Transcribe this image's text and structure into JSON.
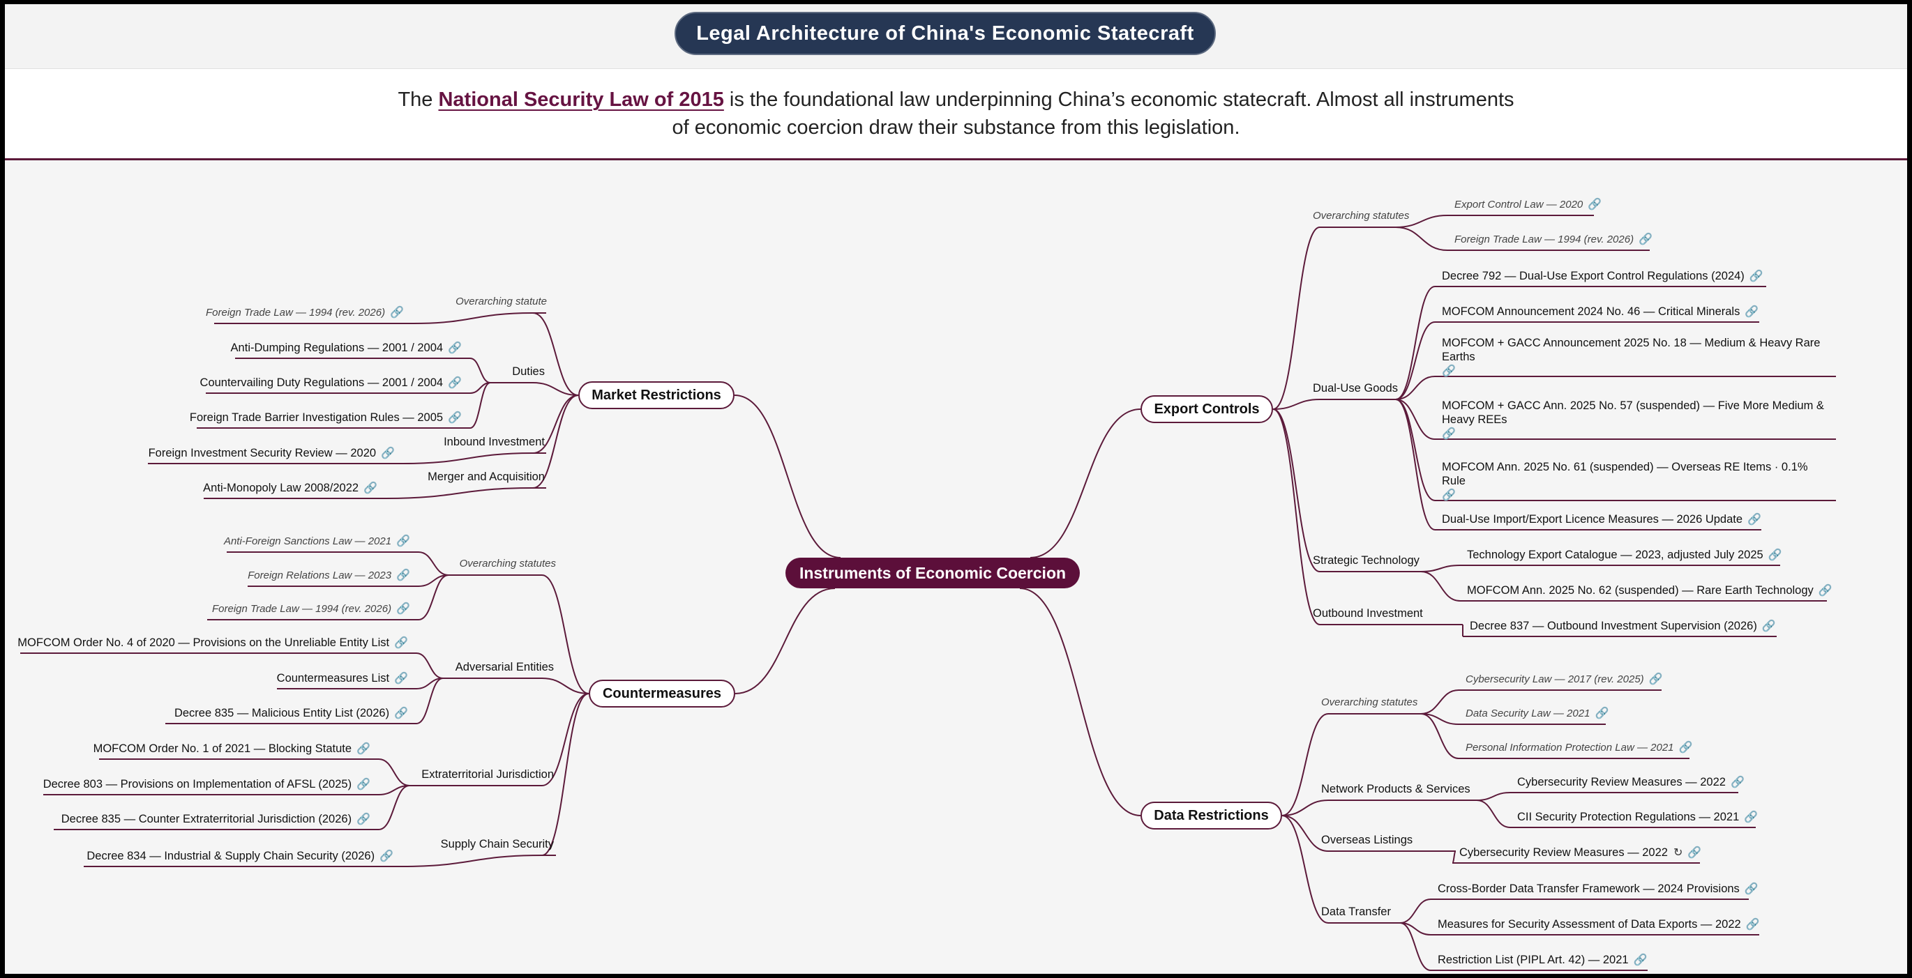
{
  "header": {
    "title": "Legal Architecture of China's Economic Statecraft"
  },
  "intro": {
    "before": "The ",
    "link": "National Security Law of 2015",
    "after": " is the foundational law underpinning China’s economic statecraft. Almost all instruments of economic coercion draw their substance from this legislation."
  },
  "colors": {
    "title_bg": "#263754",
    "accent": "#5c0f3a",
    "edge": "#5c1a3a"
  },
  "icons": {
    "link": "link-icon",
    "refresh": "refresh-icon"
  },
  "mindmap": {
    "center": "Instruments of Economic Coercion",
    "branches": [
      {
        "label": "Export Controls",
        "categories": [
          {
            "label": "Overarching statutes",
            "items": [
              "Export Control Law — 2020",
              "Foreign Trade Law — 1994 (rev. 2026)"
            ]
          },
          {
            "label": "Dual-Use Goods",
            "items": [
              "Decree 792 — Dual-Use Export Control Regulations (2024)",
              "MOFCOM Announcement 2024 No. 46 — Critical Minerals",
              "MOFCOM + GACC Announcement 2025 No. 18 — Medium & Heavy Rare Earths",
              "MOFCOM + GACC Ann. 2025 No. 57 (suspended) — Five More Medium & Heavy REEs",
              "MOFCOM Ann. 2025 No. 61 (suspended) — Overseas RE Items · 0.1% Rule",
              "Dual-Use Import/Export Licence Measures — 2026 Update"
            ]
          },
          {
            "label": "Strategic Technology",
            "items": [
              "Technology Export Catalogue — 2023, adjusted July 2025",
              "MOFCOM Ann. 2025 No. 62 (suspended) — Rare Earth Technology"
            ]
          },
          {
            "label": "Outbound Investment",
            "items": [
              "Decree 837 — Outbound Investment Supervision (2026)"
            ]
          }
        ]
      },
      {
        "label": "Data Restrictions",
        "categories": [
          {
            "label": "Overarching statutes",
            "items": [
              "Cybersecurity Law — 2017 (rev. 2025)",
              "Data Security Law — 2021",
              "Personal Information Protection Law — 2021"
            ]
          },
          {
            "label": "Network Products & Services",
            "items": [
              "Cybersecurity Review Measures — 2022",
              "CII Security Protection Regulations — 2021"
            ]
          },
          {
            "label": "Overseas Listings",
            "items": [
              "Cybersecurity Review Measures — 2022"
            ]
          },
          {
            "label": "Data Transfer",
            "items": [
              "Cross-Border Data Transfer Framework — 2024 Provisions",
              "Measures for Security Assessment of Data Exports — 2022",
              "Restriction List (PIPL Art. 42) — 2021"
            ]
          }
        ]
      },
      {
        "label": "Market Restrictions",
        "categories": [
          {
            "label": "Overarching statute",
            "items": [
              "Foreign Trade Law — 1994 (rev. 2026)"
            ]
          },
          {
            "label": "Duties",
            "items": [
              "Anti-Dumping Regulations — 2001 / 2004",
              "Countervailing Duty Regulations — 2001 / 2004",
              "Foreign Trade Barrier Investigation Rules — 2005"
            ]
          },
          {
            "label": "Inbound Investment",
            "items": [
              "Foreign Investment Security Review — 2020"
            ]
          },
          {
            "label": "Merger and Acquisition",
            "items": [
              "Anti-Monopoly Law 2008/2022"
            ]
          }
        ]
      },
      {
        "label": "Countermeasures",
        "categories": [
          {
            "label": "Overarching statutes",
            "items": [
              "Anti-Foreign Sanctions Law — 2021",
              "Foreign Relations Law — 2023",
              "Foreign Trade Law — 1994 (rev. 2026)"
            ]
          },
          {
            "label": "Adversarial Entities",
            "items": [
              "MOFCOM Order No. 4 of 2020 — Provisions on the Unreliable Entity List",
              "Countermeasures List",
              "Decree 835 — Malicious Entity List (2026)"
            ]
          },
          {
            "label": "Extraterritorial Jurisdiction",
            "items": [
              "MOFCOM Order No. 1 of 2021 — Blocking Statute",
              "Decree 803 — Provisions on Implementation of AFSL (2025)",
              "Decree 835 — Counter Extraterritorial Jurisdiction (2026)"
            ]
          },
          {
            "label": "Supply Chain Security",
            "items": [
              "Decree 834 — Industrial & Supply Chain Security (2026)"
            ]
          }
        ]
      }
    ]
  }
}
